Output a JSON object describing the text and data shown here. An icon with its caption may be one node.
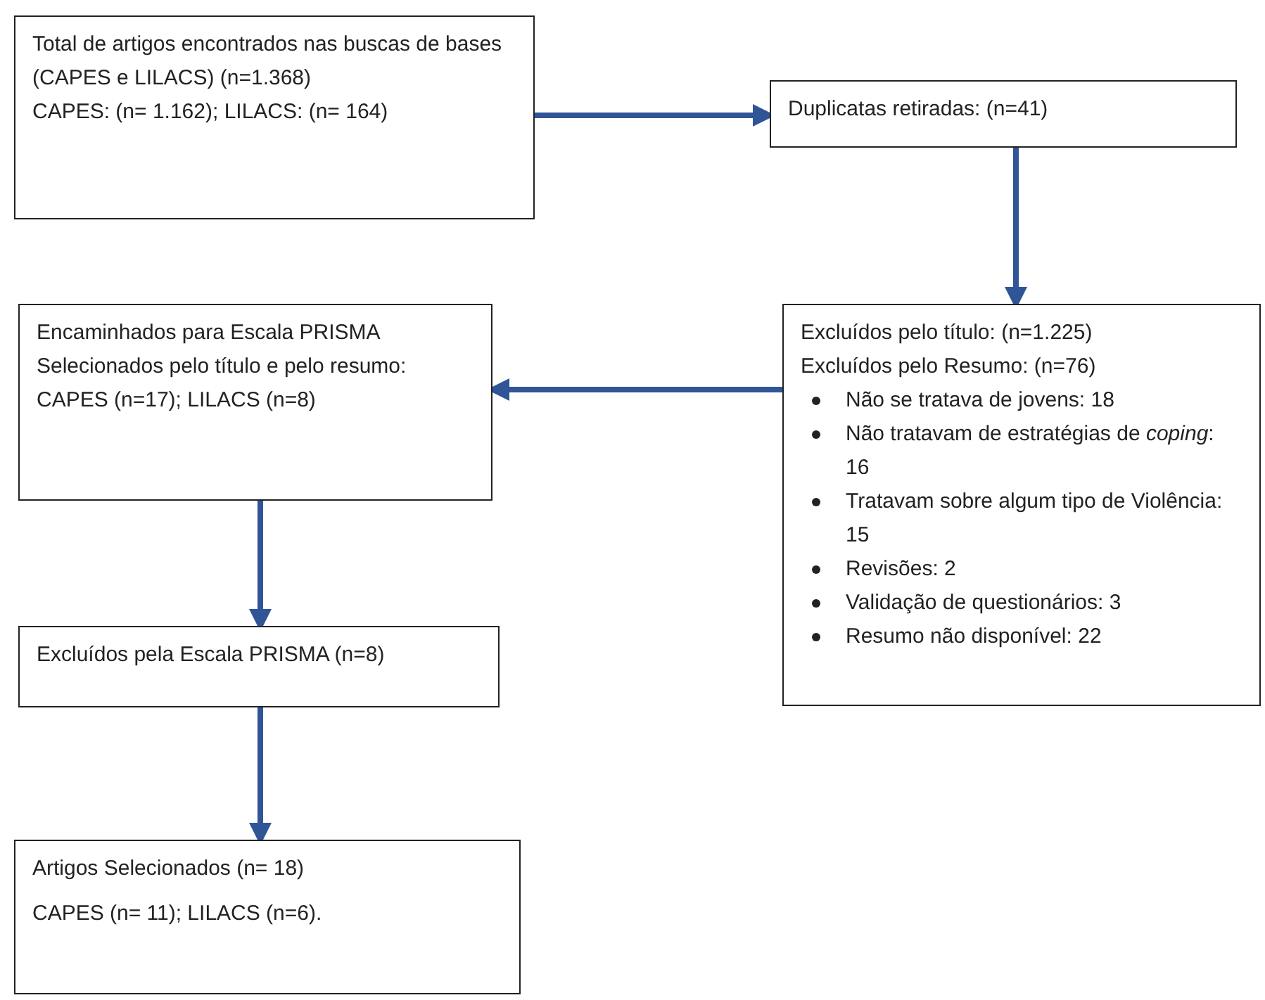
{
  "diagram": {
    "nodes": [
      {
        "text": [
          "Total de artigos encontrados nas buscas de bases (CAPES e LILACS) (n=1.368)",
          "CAPES: (n= 1.162); LILACS: (n= 164)"
        ]
      },
      {
        "text": [
          "Duplicatas retiradas: (n=41)"
        ]
      },
      {
        "text": [
          "Excluídos pelo título: (n=1.225)",
          "Excluídos pelo Resumo: (n=76)",
          "Não se tratava de jovens: 18",
          "Não tratavam de estratégias de *coping*: 16",
          "Tratavam sobre algum tipo de Violência: 15",
          "Revisões: 2",
          "Validação de questionários: 3",
          "Resumo não disponível: 22"
        ]
      },
      {
        "text": [
          "Encaminhados para Escala PRISMA",
          "Selecionados pelo título e pelo resumo:",
          "CAPES (n=17); LILACS (n=8)"
        ]
      },
      {
        "text": [
          "Excluídos pela Escala PRISMA (n=8)"
        ]
      },
      {
        "text": [
          "Artigos Selecionados (n= 18)",
          "CAPES (n= 11); LILACS (n=6)."
        ]
      }
    ],
    "edges": [
      {
        "from": 0,
        "to": 1,
        "arrow": "to"
      },
      {
        "from": 1,
        "to": 2,
        "arrow": "to"
      },
      {
        "from": 2,
        "to": 3,
        "arrow": "to"
      },
      {
        "from": 3,
        "to": 4,
        "arrow": "to"
      },
      {
        "from": 4,
        "to": 5,
        "arrow": "to"
      }
    ]
  }
}
